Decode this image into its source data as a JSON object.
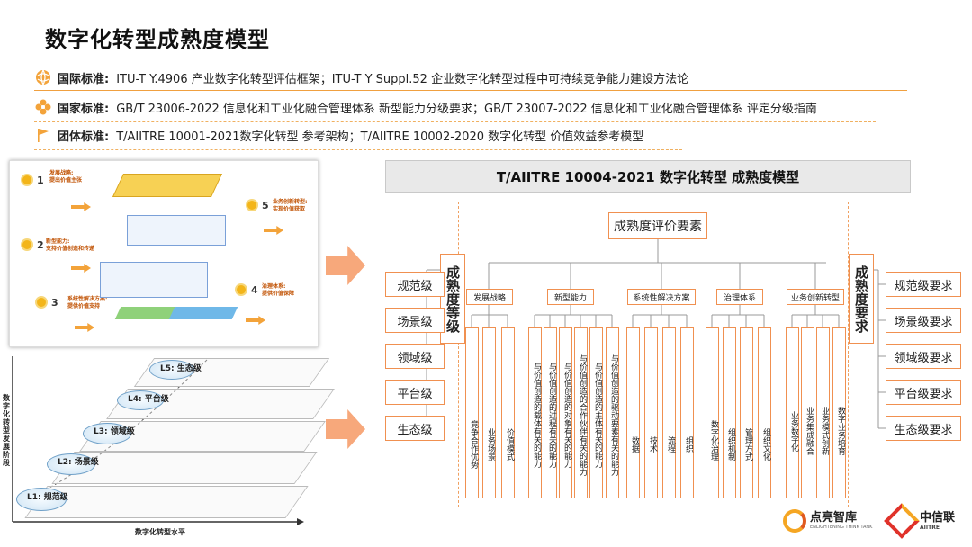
{
  "title": "数字化转型成熟度模型",
  "standards": [
    {
      "label": "国际标准:",
      "text": "ITU-T Y.4906 产业数字化转型评估框架；ITU-T Y Suppl.52  企业数字化转型过程中可持续竞争能力建设方法论",
      "icon": "globe-icon"
    },
    {
      "label": "国家标准:",
      "text": "GB/T 23006-2022 信息化和工业化融合管理体系 新型能力分级要求；GB/T 23007-2022 信息化和工业化融合管理体系 评定分级指南",
      "icon": "flower-icon"
    },
    {
      "label": "团体标准:",
      "text": "T/AIITRE 10001-2021数字化转型 参考架构；T/AIITRE 10002-2020 数字化转型 价值效益参考模型",
      "icon": "flag-icon"
    }
  ],
  "framework_thumb": {
    "items": [
      {
        "num": "1",
        "title": "发展战略:",
        "sub": "提出价值主张"
      },
      {
        "num": "2",
        "title": "新型能力:",
        "sub": "支持价值创造和传递"
      },
      {
        "num": "3",
        "title": "系统性解决方案:",
        "sub": "提供价值支持"
      },
      {
        "num": "4",
        "title": "治理体系:",
        "sub": "提供价值保障"
      },
      {
        "num": "5",
        "title": "业务创新转型:",
        "sub": "实现价值获取"
      }
    ]
  },
  "pyramid_thumb": {
    "y_label": "数字化转型发展阶段",
    "x_label": "数字化转型水平",
    "levels": [
      "L1: 规范级",
      "L2: 场景级",
      "L3: 领域级",
      "L4: 平台级",
      "L5: 生态级"
    ]
  },
  "model": {
    "title": "T/AIITRE 10004-2021  数字化转型  成熟度模型",
    "eval_root": "成熟度评价要素",
    "left_title": "成熟度等级",
    "right_title": "成熟度要求",
    "left_levels": [
      "规范级",
      "场景级",
      "领域级",
      "平台级",
      "生态级"
    ],
    "right_levels": [
      "规范级要求",
      "场景级要求",
      "领域级要求",
      "平台级要求",
      "生态级要求"
    ],
    "categories": [
      "发展战略",
      "新型能力",
      "系统性解决方案",
      "治理体系",
      "业务创新转型"
    ],
    "columns": [
      "竞争合作优势",
      "业务场景",
      "价值模式",
      "与价值创造的载体有关的能力",
      "与价值创造的过程有关的能力",
      "与价值创造的对象有关的能力",
      "与价值创造的合作伙伴有关的能力",
      "与价值创造的主体有关的能力",
      "与价值创造的驱动要素有关的能力",
      "数据",
      "技术",
      "流程",
      "组织",
      "数字化治理",
      "组织机制",
      "管理方式",
      "组织文化",
      "业务数字化",
      "业务集成融合",
      "业务模式创新",
      "数字业务培育"
    ]
  },
  "logos": {
    "left_name": "点亮智库",
    "left_sub": "ENLIGHTENING THINK TANK",
    "right_name": "中信联",
    "right_sub": "AIITRE"
  },
  "colors": {
    "accent": "#f09050",
    "orange": "#f0a040",
    "arrow": "#f7a87b"
  }
}
